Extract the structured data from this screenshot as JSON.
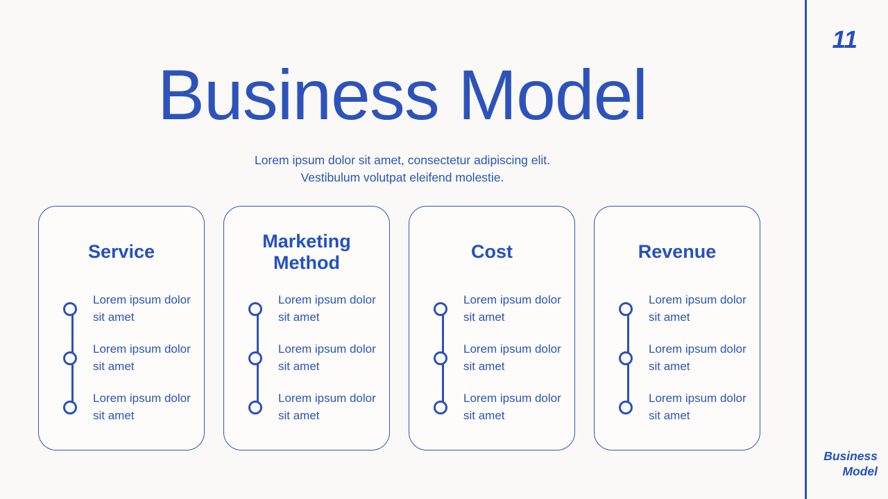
{
  "slide": {
    "title": "Business Model",
    "subtitle": "Lorem ipsum dolor sit amet, consectetur adipiscing elit. Vestibulum volutpat eleifend molestie."
  },
  "cards": [
    {
      "heading": "Service",
      "items": [
        "Lorem ipsum dolor sit amet",
        "Lorem ipsum dolor sit amet",
        "Lorem ipsum dolor sit amet"
      ]
    },
    {
      "heading": "Marketing Method",
      "items": [
        "Lorem ipsum dolor sit amet",
        "Lorem ipsum dolor sit amet",
        "Lorem ipsum dolor sit amet"
      ]
    },
    {
      "heading": "Cost",
      "items": [
        "Lorem ipsum dolor sit amet",
        "Lorem ipsum dolor sit amet",
        "Lorem ipsum dolor sit amet"
      ]
    },
    {
      "heading": "Revenue",
      "items": [
        "Lorem ipsum dolor sit amet",
        "Lorem ipsum dolor sit amet",
        "Lorem ipsum dolor sit amet"
      ]
    }
  ],
  "sidebar": {
    "page_number": "11",
    "footer_label": "Business Model"
  },
  "colors": {
    "accent": "#2a52b8",
    "title_blue": "#2d53bb",
    "background": "#faf9f7",
    "card_background": "#fdfcfb",
    "divider": "#2b55a8"
  }
}
